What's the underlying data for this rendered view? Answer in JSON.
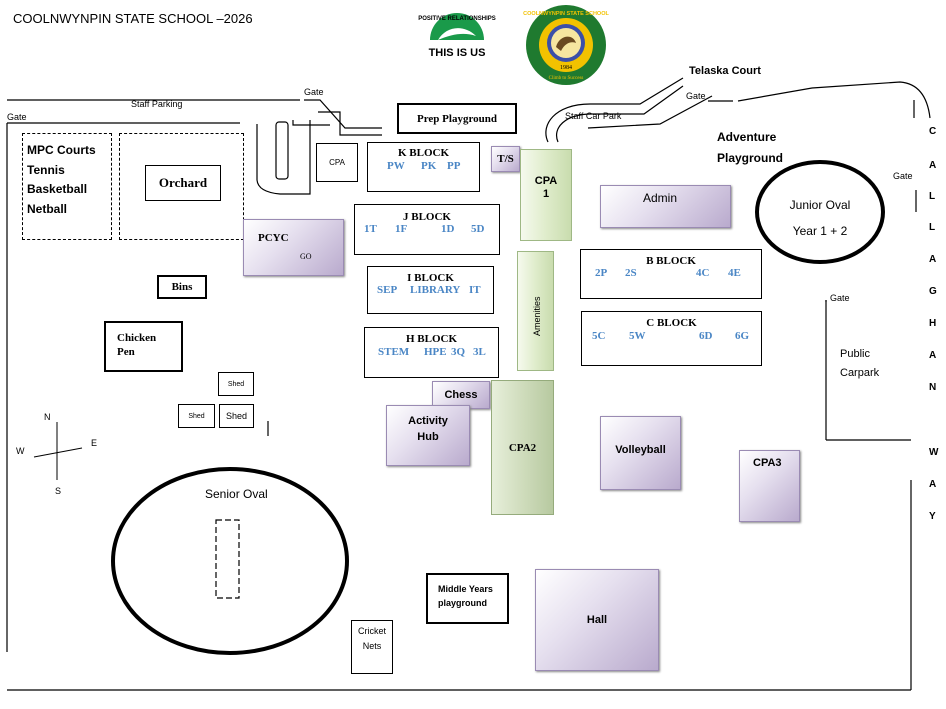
{
  "header": {
    "title": "COOLNWYNPIN STATE SCHOOL –2026",
    "logo1_top": "POSITIVE RELATIONSHIPS",
    "logo1_main": "THIS IS US",
    "logo2_ring": "COOLNWYNPIN STATE SCHOOL",
    "logo2_year": "1984",
    "logo2_motto": "Climb to Success"
  },
  "roads": {
    "telaska_court": "Telaska Court",
    "callaghan_way": [
      "C",
      "A",
      "L",
      "L",
      "A",
      "G",
      "H",
      "A",
      "N",
      "W",
      "A",
      "Y"
    ]
  },
  "labels": {
    "gate_topleft": "Gate",
    "gate_parking": "Gate",
    "gate_telaska": "Gate",
    "gate_right": "Gate",
    "gate_carpark": "Gate",
    "staff_parking": "Staff Parking",
    "staff_car_park": "Staff Car Park",
    "adventure_playground_1": "Adventure",
    "adventure_playground_2": "Playground",
    "public_carpark_1": "Public",
    "public_carpark_2": "Carpark"
  },
  "places": {
    "mpc_1": "MPC Courts",
    "mpc_2": "Tennis",
    "mpc_3": "Basketball",
    "mpc_4": "Netball",
    "orchard": "Orchard",
    "cpa_small": "CPA",
    "prep_playground": "Prep Playground",
    "pcyc": "PCYC",
    "go": "GO",
    "bins": "Bins",
    "chicken_pen_1": "Chicken",
    "chicken_pen_2": "Pen",
    "shed_a": "Shed",
    "shed_b": "Shed",
    "shed_c": "Shed",
    "ts": "T/S",
    "cpa1_1": "CPA",
    "cpa1_2": "1",
    "amenities": "Amenities",
    "chess": "Chess",
    "activity_hub_1": "Activity",
    "activity_hub_2": "Hub",
    "cpa2": "CPA2",
    "admin": "Admin",
    "junior_oval_1": "Junior Oval",
    "junior_oval_2": "Year 1 + 2",
    "volleyball": "Volleyball",
    "cpa3": "CPA3",
    "senior_oval": "Senior Oval",
    "middle_years_1": "Middle Years",
    "middle_years_2": "playground",
    "cricket_nets_1": "Cricket",
    "cricket_nets_2": "Nets",
    "hall": "Hall"
  },
  "blocks": {
    "k": {
      "title": "K BLOCK",
      "rooms": [
        "PW",
        "PK",
        "PP"
      ]
    },
    "j": {
      "title": "J BLOCK",
      "rooms": [
        "1T",
        "1F",
        "1D",
        "5D"
      ]
    },
    "i": {
      "title": "I BLOCK",
      "rooms": [
        "SEP",
        "LIBRARY",
        "IT"
      ]
    },
    "h": {
      "title": "H BLOCK",
      "rooms": [
        "STEM",
        "HPE",
        "3Q",
        "3L"
      ]
    },
    "b": {
      "title": "B BLOCK",
      "rooms": [
        "2P",
        "2S",
        "4C",
        "4E"
      ]
    },
    "c": {
      "title": "C BLOCK",
      "rooms": [
        "5C",
        "5W",
        "6D",
        "6G"
      ]
    }
  },
  "compass": {
    "n": "N",
    "s": "S",
    "e": "E",
    "w": "W"
  },
  "colors": {
    "room_text": "#4a86c5",
    "building_fill": "#b9aacd",
    "cpa_fill": "#c9dcae",
    "logo_green": "#1a9a4a",
    "logo2_ring": "#1f7a2f",
    "logo2_gold": "#f2c200"
  }
}
